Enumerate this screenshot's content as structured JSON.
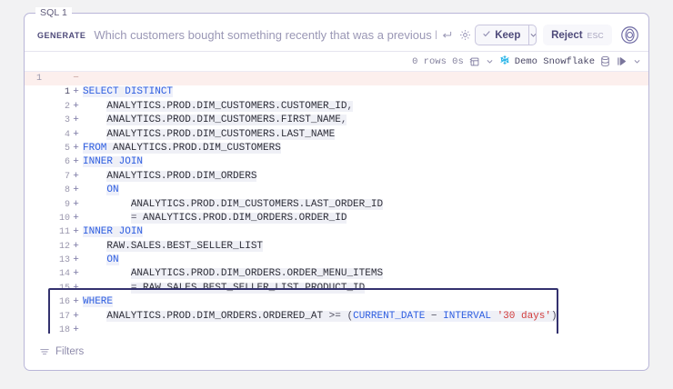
{
  "card": {
    "legend": "SQL 1"
  },
  "prompt": {
    "tag": "GENERATE",
    "text": "Which customers bought something recently that was a previous best seller?",
    "enter_icon": "enter-return-icon",
    "gear_icon": "gear-icon",
    "ai_icon": "ai-ring-icon"
  },
  "actions": {
    "keep_label": "Keep",
    "keep_check_icon": "check-icon",
    "keep_caret_icon": "chevron-down-icon",
    "reject_label": "Reject",
    "reject_kbd": "ESC"
  },
  "status": {
    "rows_time": "0 rows 0s",
    "table_icon": "table-view-icon",
    "table_caret_icon": "chevron-down-icon",
    "snowflake_icon": "snowflake-icon",
    "connection": "Demo Snowflake",
    "database_icon": "database-icon",
    "run_icon": "run-icon",
    "run_caret_icon": "chevron-down-icon"
  },
  "footer": {
    "filters_label": "Filters",
    "filters_icon": "filter-icon"
  },
  "diff": {
    "del_sign": "−",
    "add_sign": "+",
    "rows": [
      {
        "type": "del",
        "old": "1",
        "new": "",
        "text": ""
      },
      {
        "type": "add",
        "old": "",
        "new": "1",
        "text": "SELECT DISTINCT"
      },
      {
        "type": "add",
        "old": "",
        "new": "2",
        "text": "    ANALYTICS.PROD.DIM_CUSTOMERS.CUSTOMER_ID,"
      },
      {
        "type": "add",
        "old": "",
        "new": "3",
        "text": "    ANALYTICS.PROD.DIM_CUSTOMERS.FIRST_NAME,"
      },
      {
        "type": "add",
        "old": "",
        "new": "4",
        "text": "    ANALYTICS.PROD.DIM_CUSTOMERS.LAST_NAME"
      },
      {
        "type": "add",
        "old": "",
        "new": "5",
        "text": "FROM ANALYTICS.PROD.DIM_CUSTOMERS"
      },
      {
        "type": "add",
        "old": "",
        "new": "6",
        "text": "INNER JOIN"
      },
      {
        "type": "add",
        "old": "",
        "new": "7",
        "text": "    ANALYTICS.PROD.DIM_ORDERS"
      },
      {
        "type": "add",
        "old": "",
        "new": "8",
        "text": "    ON"
      },
      {
        "type": "add",
        "old": "",
        "new": "9",
        "text": "        ANALYTICS.PROD.DIM_CUSTOMERS.LAST_ORDER_ID"
      },
      {
        "type": "add",
        "old": "",
        "new": "10",
        "text": "        = ANALYTICS.PROD.DIM_ORDERS.ORDER_ID"
      },
      {
        "type": "add",
        "old": "",
        "new": "11",
        "text": "INNER JOIN"
      },
      {
        "type": "add",
        "old": "",
        "new": "12",
        "text": "    RAW.SALES.BEST_SELLER_LIST"
      },
      {
        "type": "add",
        "old": "",
        "new": "13",
        "text": "    ON"
      },
      {
        "type": "add",
        "old": "",
        "new": "14",
        "text": "        ANALYTICS.PROD.DIM_ORDERS.ORDER_MENU_ITEMS"
      },
      {
        "type": "add",
        "old": "",
        "new": "15",
        "text": "        = RAW.SALES.BEST_SELLER_LIST.PRODUCT_ID"
      },
      {
        "type": "add",
        "old": "",
        "new": "16",
        "text": "WHERE"
      },
      {
        "type": "add",
        "old": "",
        "new": "17",
        "text": "    ANALYTICS.PROD.DIM_ORDERS.ORDERED_AT >= (CURRENT_DATE − INTERVAL '30 days')"
      },
      {
        "type": "add",
        "old": "",
        "new": "18",
        "text": ""
      }
    ],
    "highlight_lines": [
      11,
      15
    ]
  },
  "colors": {
    "accent": "#4e4a7a",
    "keyword": "#2f5fe0",
    "string": "#d23b3b",
    "delete_bg": "#fcefed",
    "highlight_border": "#33316e",
    "snowflake": "#29b5e8"
  }
}
